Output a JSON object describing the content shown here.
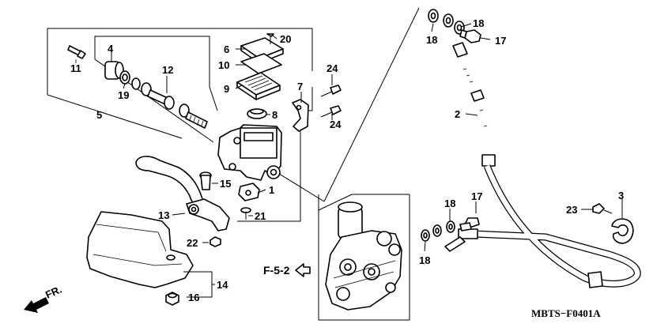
{
  "diagram_title": "",
  "doc_code": "MBTS−F0401A",
  "ref_label": "F-5-2",
  "direction_label": "FR.",
  "callouts": {
    "c1": "1",
    "c2": "2",
    "c3": "3",
    "c4": "4",
    "c5": "5",
    "c6": "6",
    "c7": "7",
    "c8": "8",
    "c9": "9",
    "c10": "10",
    "c11": "11",
    "c12": "12",
    "c13": "13",
    "c14": "14",
    "c15": "15",
    "c16": "16",
    "c17a": "17",
    "c17b": "17",
    "c18a": "18",
    "c18b": "18",
    "c18c": "18",
    "c18d": "18",
    "c19": "19",
    "c20": "20",
    "c21": "21",
    "c22": "22",
    "c23": "23",
    "c24a": "24",
    "c24b": "24"
  }
}
